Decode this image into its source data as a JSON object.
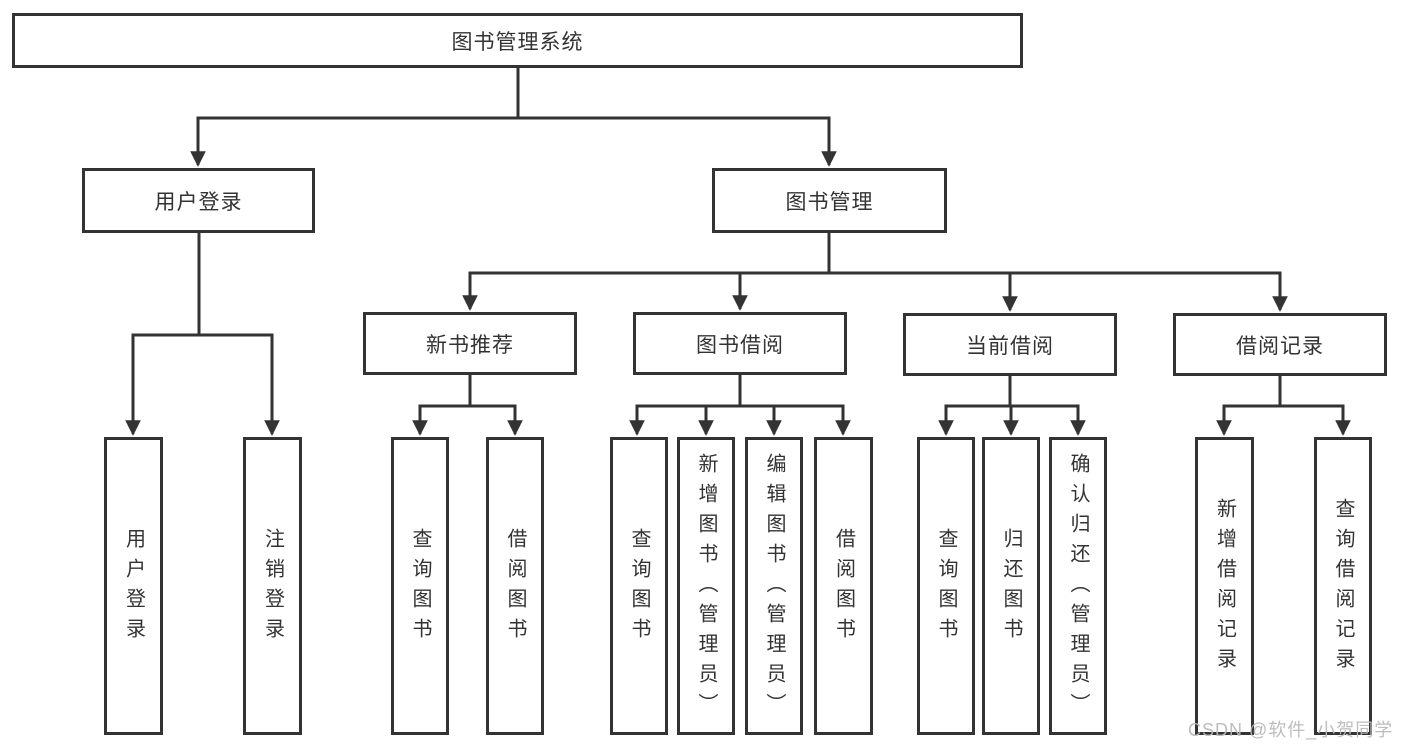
{
  "diagram": {
    "title": "图书管理系统",
    "root": {
      "label": "图书管理系统",
      "children": [
        {
          "label": "用户登录",
          "children": [
            {
              "label": "用户登录"
            },
            {
              "label": "注销登录"
            }
          ]
        },
        {
          "label": "图书管理",
          "children": [
            {
              "label": "新书推荐",
              "children": [
                {
                  "label": "查询图书"
                },
                {
                  "label": "借阅图书"
                }
              ]
            },
            {
              "label": "图书借阅",
              "children": [
                {
                  "label": "查询图书"
                },
                {
                  "label": "新增图书（管理员）"
                },
                {
                  "label": "编辑图书（管理员）"
                },
                {
                  "label": "借阅图书"
                }
              ]
            },
            {
              "label": "当前借阅",
              "children": [
                {
                  "label": "查询图书"
                },
                {
                  "label": "归还图书"
                },
                {
                  "label": "确认归还（管理员）"
                }
              ]
            },
            {
              "label": "借阅记录",
              "children": [
                {
                  "label": "新增借阅记录"
                },
                {
                  "label": "查询借阅记录"
                }
              ]
            }
          ]
        }
      ]
    }
  },
  "watermark": {
    "text": "CSDN @软件_小贺同学"
  },
  "colors": {
    "line": "#333333",
    "border": "#333333",
    "text": "#333333",
    "background": "#ffffff",
    "watermark": "#b9b9b9"
  }
}
